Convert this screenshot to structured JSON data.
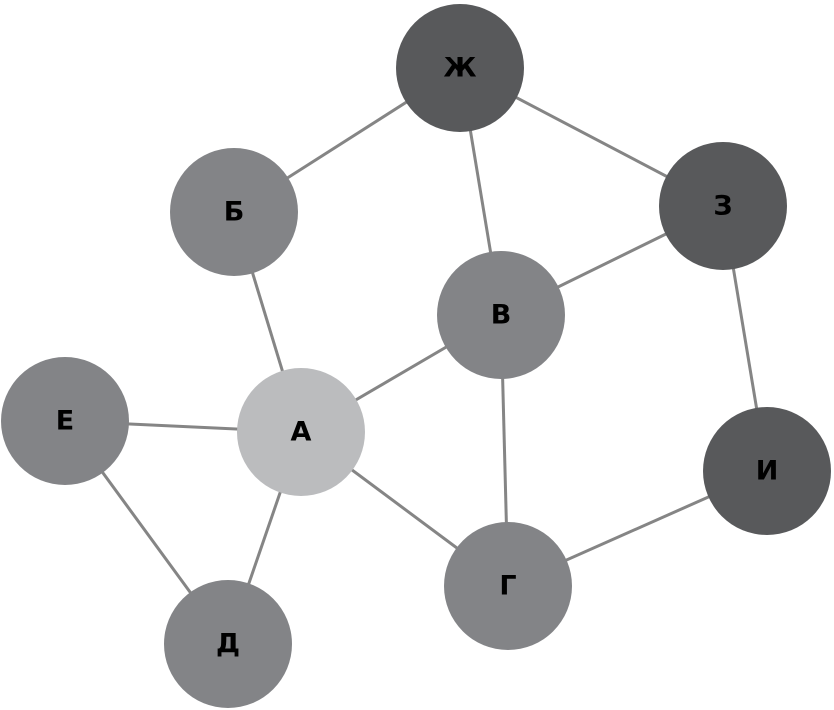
{
  "colors": {
    "edge": "#858585",
    "background": "#ffffff",
    "label": "#000000",
    "center": "#bbbcbe",
    "inner": "#838487",
    "outer": "#58595b"
  },
  "nodes": [
    {
      "id": "zh",
      "label": "Ж",
      "tone": "outer"
    },
    {
      "id": "z",
      "label": "З",
      "tone": "outer"
    },
    {
      "id": "i",
      "label": "И",
      "tone": "outer"
    },
    {
      "id": "b",
      "label": "Б",
      "tone": "inner"
    },
    {
      "id": "v",
      "label": "В",
      "tone": "inner"
    },
    {
      "id": "e",
      "label": "Е",
      "tone": "inner"
    },
    {
      "id": "a",
      "label": "А",
      "tone": "center"
    },
    {
      "id": "g",
      "label": "Г",
      "tone": "inner"
    },
    {
      "id": "d",
      "label": "Д",
      "tone": "inner"
    }
  ],
  "edges": [
    [
      "b",
      "zh"
    ],
    [
      "zh",
      "z"
    ],
    [
      "zh",
      "v"
    ],
    [
      "v",
      "z"
    ],
    [
      "b",
      "a"
    ],
    [
      "a",
      "v"
    ],
    [
      "e",
      "a"
    ],
    [
      "e",
      "d"
    ],
    [
      "a",
      "d"
    ],
    [
      "a",
      "g"
    ],
    [
      "v",
      "g"
    ],
    [
      "z",
      "i"
    ],
    [
      "g",
      "i"
    ]
  ]
}
